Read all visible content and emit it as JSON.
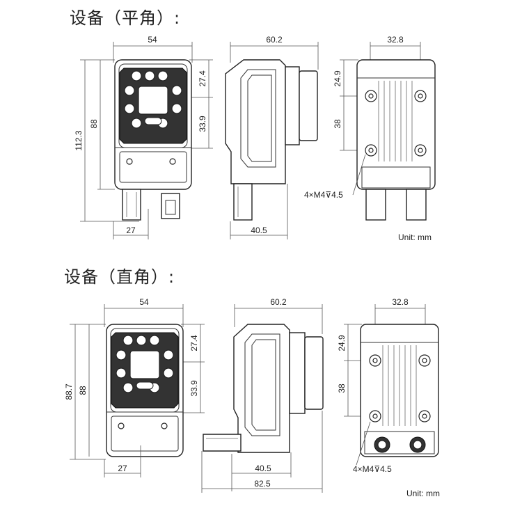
{
  "titles": {
    "flat": "设备（平角）:",
    "right": "设备（直角）:"
  },
  "flat": {
    "front": {
      "width": "54",
      "height_total": "112.3",
      "height_body": "88",
      "d_upper": "27.4",
      "d_lower": "33.9",
      "conn_offset": "27"
    },
    "side": {
      "depth": "60.2",
      "depth_base": "40.5"
    },
    "back": {
      "hole_spacing_x": "32.8",
      "hole_top": "24.9",
      "hole_spacing_y": "38",
      "thread_note": "4×M4⊽4.5"
    },
    "unit": "Unit: mm"
  },
  "right": {
    "front": {
      "width": "54",
      "height_total": "88.7",
      "height_body": "88",
      "d_upper": "27.4",
      "d_lower": "33.9",
      "conn_offset": "27"
    },
    "side": {
      "depth": "60.2",
      "depth_base": "40.5",
      "depth_total": "82.5"
    },
    "back": {
      "hole_spacing_x": "32.8",
      "hole_top": "24.9",
      "hole_spacing_y": "38",
      "thread_note": "4×M4⊽4.5"
    },
    "unit": "Unit: mm"
  },
  "colors": {
    "line": "#222222",
    "dimension": "#555555",
    "background": "#ffffff"
  }
}
